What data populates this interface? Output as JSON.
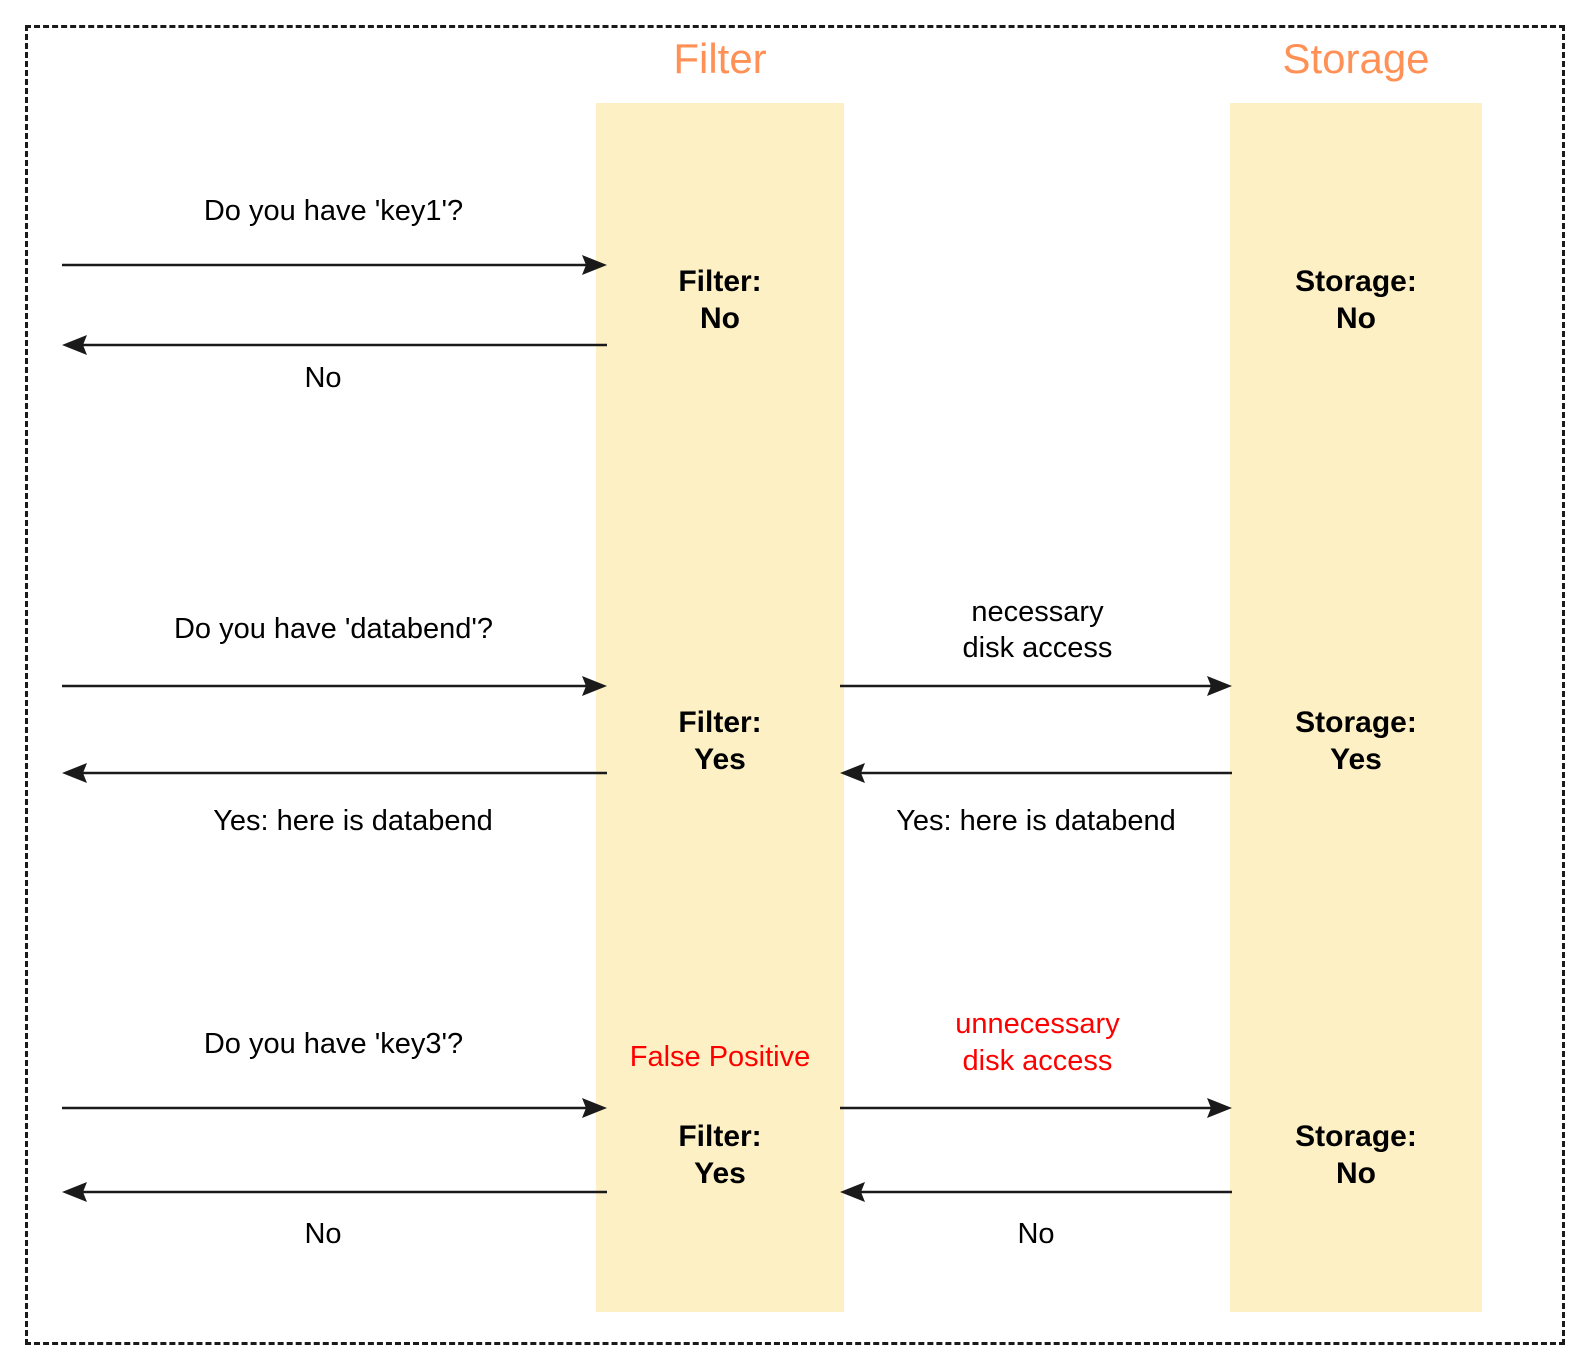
{
  "diagram": {
    "title_filter": "Filter",
    "title_storage": "Storage",
    "lanes": [
      {
        "name": "client",
        "label": ""
      },
      {
        "name": "filter",
        "label": "Filter"
      },
      {
        "name": "storage",
        "label": "Storage"
      }
    ]
  },
  "blocks": [
    {
      "id": "key1",
      "client_request": "Do you have 'key1'?",
      "client_response": "No",
      "filter_state_line1": "Filter:",
      "filter_state_line2": "No",
      "storage_state_line1": "Storage:",
      "storage_state_line2": "No",
      "mid_request": "",
      "mid_request_line2": "",
      "mid_response": "",
      "false_positive": "",
      "has_storage_exchange": false
    },
    {
      "id": "databend",
      "client_request": "Do you have 'databend'?",
      "client_response": "Yes: here is databend",
      "filter_state_line1": "Filter:",
      "filter_state_line2": "Yes",
      "storage_state_line1": "Storage:",
      "storage_state_line2": "Yes",
      "mid_request": "necessary",
      "mid_request_line2": "disk access",
      "mid_response": "Yes: here is databend",
      "false_positive": "",
      "has_storage_exchange": true
    },
    {
      "id": "key3",
      "client_request": "Do you have 'key3'?",
      "client_response": "No",
      "filter_state_line1": "Filter:",
      "filter_state_line2": "Yes",
      "storage_state_line1": "Storage:",
      "storage_state_line2": "No",
      "mid_request": "unnecessary",
      "mid_request_line2": "disk access",
      "mid_response": "No",
      "false_positive": "False Positive",
      "has_storage_exchange": true
    }
  ],
  "colors": {
    "lane_band": "#fdf0c4",
    "lane_title": "#ff9156",
    "alert": "#ff0000",
    "line": "#1a1a1a"
  }
}
